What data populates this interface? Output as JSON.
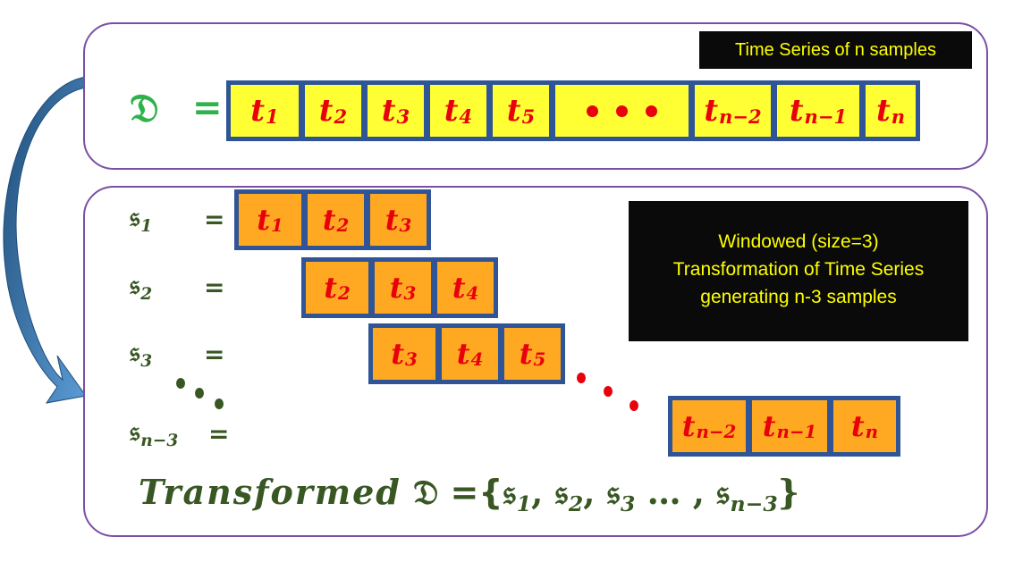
{
  "top_panel": {
    "title": "Time Series of n samples",
    "symbol": "𝔇",
    "equals": "=",
    "cells": [
      {
        "base": "t",
        "sub": "1"
      },
      {
        "base": "t",
        "sub": "2"
      },
      {
        "base": "t",
        "sub": "3"
      },
      {
        "base": "t",
        "sub": "4"
      },
      {
        "base": "t",
        "sub": "5"
      },
      {
        "base": "",
        "sub": ""
      },
      {
        "base": "t",
        "sub": "n−2"
      },
      {
        "base": "t",
        "sub": "n−1"
      },
      {
        "base": "t",
        "sub": "n"
      }
    ]
  },
  "bottom_panel": {
    "description": [
      "Windowed (size=3)",
      "Transformation of  Time Series",
      "generating n-3 samples"
    ],
    "rows": [
      {
        "label": "𝔰",
        "sub": "1",
        "equals": "=",
        "cells": [
          {
            "base": "t",
            "sub": "1"
          },
          {
            "base": "t",
            "sub": "2"
          },
          {
            "base": "t",
            "sub": "3"
          }
        ]
      },
      {
        "label": "𝔰",
        "sub": "2",
        "equals": "=",
        "cells": [
          {
            "base": "t",
            "sub": "2"
          },
          {
            "base": "t",
            "sub": "3"
          },
          {
            "base": "t",
            "sub": "4"
          }
        ]
      },
      {
        "label": "𝔰",
        "sub": "3",
        "equals": "=",
        "cells": [
          {
            "base": "t",
            "sub": "3"
          },
          {
            "base": "t",
            "sub": "4"
          },
          {
            "base": "t",
            "sub": "5"
          }
        ]
      },
      {
        "label": "𝔰",
        "sub": "n−3",
        "equals": "=",
        "cells": [
          {
            "base": "t",
            "sub": "n−2"
          },
          {
            "base": "t",
            "sub": "n−1"
          },
          {
            "base": "t",
            "sub": "n"
          }
        ]
      }
    ],
    "formula": {
      "word": "Transformed",
      "symbol": "𝔇",
      "open": "={",
      "s": "𝔰",
      "sub1": "1",
      "sep1": ",",
      "sub2": "2",
      "sep2": ",",
      "sub3": "3",
      "ellipsis": " … ,",
      "subn": "n−3",
      "close": "}"
    }
  },
  "colors": {
    "panel_border": "#7b4fa3",
    "row_border": "#2f5597",
    "cell_yellow": "#ffff33",
    "cell_orange": "#ffa822",
    "term_red": "#e8000b",
    "label_green": "#385723",
    "d_green": "#2db34a",
    "badge_bg": "#0a0a0a",
    "badge_text": "#ffff00",
    "arrow_blue": "#2e74b5"
  }
}
